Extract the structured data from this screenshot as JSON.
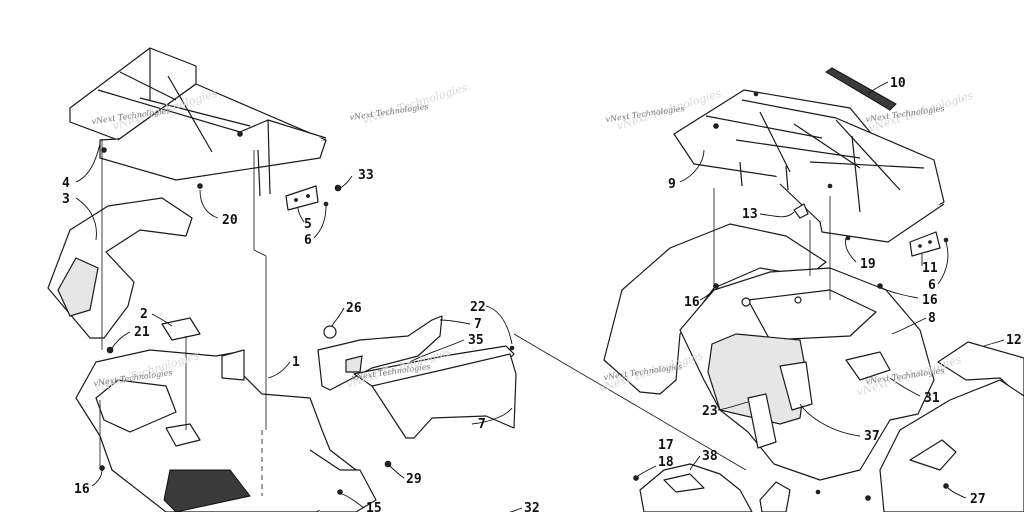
{
  "watermark": {
    "text": "vNext Technologies"
  },
  "callouts": {
    "c1": "1",
    "c2": "2",
    "c3": "3",
    "c4": "4",
    "c5": "5",
    "c6a": "6",
    "c6b": "6",
    "c7a": "7",
    "c7b": "7",
    "c8": "8",
    "c9": "9",
    "c10": "10",
    "c11": "11",
    "c12": "12",
    "c13": "13",
    "c15": "15",
    "c16a": "16",
    "c16b": "16",
    "c16c": "16",
    "c17": "17",
    "c18": "18",
    "c19": "19",
    "c20": "20",
    "c21": "21",
    "c22": "22",
    "c23": "23",
    "c26": "26",
    "c27": "27",
    "c29": "29",
    "c31": "31",
    "c32": "32",
    "c33": "33",
    "c35": "35",
    "c37": "37",
    "c38": "38"
  }
}
